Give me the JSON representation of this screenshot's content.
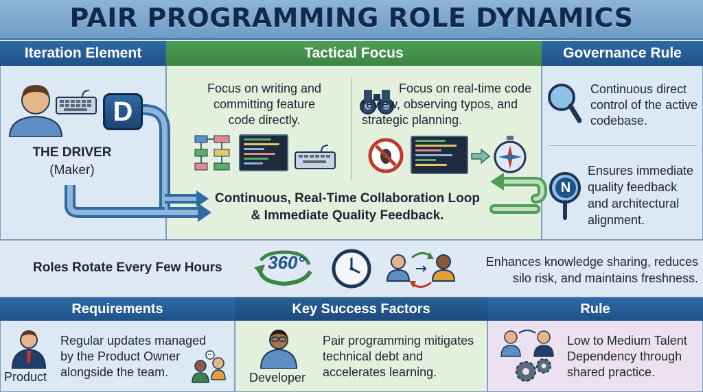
{
  "title": "PAIR PROGRAMMING ROLE DYNAMICS",
  "columns": {
    "iteration": "Iteration Element",
    "tactical": "Tactical Focus",
    "governance": "Governance Rule"
  },
  "driver": {
    "badge": "D",
    "name": "THE DRIVER",
    "subtitle": "(Maker)",
    "focus": "Focus on writing and committing feature code directly."
  },
  "navigator": {
    "badge": "N",
    "focus": "Focus on real-time code review, observing typos, and strategic planning."
  },
  "governance": {
    "rule1": "Continuous direct control of the active codebase.",
    "rule2": "Ensures immediate quality feedback and architectural alignment."
  },
  "loop": {
    "line1": "Continuous, Real-Time Collaboration Loop",
    "line2": "& Immediate Quality Feedback."
  },
  "rotation": {
    "label": "Roles Rotate Every Few Hours",
    "badge": "360°",
    "benefit": "Enhances knowledge sharing, reduces silo risk, and maintains freshness."
  },
  "bottom": {
    "requirements": {
      "header": "Requirements",
      "text": "Regular updates managed by the Product Owner alongside the team.",
      "role": "Product"
    },
    "success": {
      "header": "Key Success Factors",
      "text": "Pair programming mitigates technical debt and accelerates learning.",
      "role": "Developer"
    },
    "rule": {
      "header": "Rule",
      "text": "Low to Medium Talent Dependency through shared practice."
    }
  },
  "icons": [
    "person-icon",
    "keyboard-icon",
    "flowchart-icon",
    "code-screen-icon",
    "binoculars-icon",
    "no-bug-icon",
    "compass-icon",
    "magnifier-icon",
    "clock-icon",
    "swap-people-icon",
    "gears-icon",
    "team-icon"
  ],
  "colors": {
    "title": "#0f2a4c",
    "header_blue": "#1f528a",
    "header_green": "#3c8544",
    "panel_blue": "#dce8f3",
    "panel_green": "#e3f0de",
    "panel_purple": "#ebe1f0"
  }
}
